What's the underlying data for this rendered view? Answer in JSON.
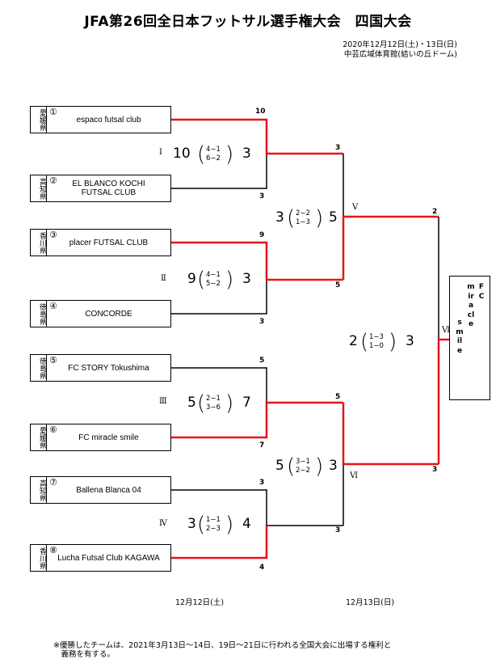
{
  "title": "JFA第26回全日本フットサル選手権大会　四国大会",
  "meta": {
    "date": "2020年12月12日(土)・13日(日)",
    "venue": "中芸広域体育館(結いの丘ドーム)"
  },
  "teams": [
    {
      "pref": "愛媛県",
      "num": "①",
      "name": "espaco futsal club"
    },
    {
      "pref": "高知県",
      "num": "②",
      "name": "EL BLANCO KOCHI\nFUTSAL CLUB"
    },
    {
      "pref": "香川県",
      "num": "③",
      "name": "placer FUTSAL CLUB"
    },
    {
      "pref": "徳島県",
      "num": "④",
      "name": "CONCORDE"
    },
    {
      "pref": "徳島県",
      "num": "⑤",
      "name": "FC STORY Tokushima"
    },
    {
      "pref": "愛媛県",
      "num": "⑥",
      "name": "FC miracle smile"
    },
    {
      "pref": "高知県",
      "num": "⑦",
      "name": "Ballena Blanca 04"
    },
    {
      "pref": "香川県",
      "num": "⑧",
      "name": "Lucha Futsal Club KAGAWA"
    }
  ],
  "matches": {
    "m1": {
      "roman": "Ⅰ",
      "left": "10",
      "right": "3",
      "pk_top": "4−1",
      "pk_bottom": "6−2",
      "side_top": "10",
      "side_bottom": "3"
    },
    "m2": {
      "roman": "Ⅱ",
      "left": "9",
      "right": "3",
      "pk_top": "4−1",
      "pk_bottom": "5−2",
      "side_top": "9",
      "side_bottom": "3"
    },
    "m3": {
      "roman": "Ⅲ",
      "left": "5",
      "right": "7",
      "pk_top": "2−1",
      "pk_bottom": "3−6",
      "side_top": "5",
      "side_bottom": "7"
    },
    "m4": {
      "roman": "Ⅳ",
      "left": "3",
      "right": "4",
      "pk_top": "1−1",
      "pk_bottom": "2−3",
      "side_top": "3",
      "side_bottom": "4"
    },
    "m5": {
      "roman": "Ⅴ",
      "left": "3",
      "right": "5",
      "pk_top": "2−2",
      "pk_bottom": "1−3",
      "side_top": "3",
      "side_bottom": "5"
    },
    "m6": {
      "roman": "Ⅵ",
      "left": "5",
      "right": "3",
      "pk_top": "3−1",
      "pk_bottom": "2−2",
      "side_top": "5",
      "side_bottom": "3"
    },
    "m7": {
      "roman": "Ⅶ",
      "left": "2",
      "right": "3",
      "pk_top": "1−3",
      "pk_bottom": "1−0",
      "side_top": "2",
      "side_bottom": "3"
    }
  },
  "champion": {
    "col1": "FC",
    "col2": "miracle",
    "col3": "smile"
  },
  "dates": {
    "day1": "12月12日(土)",
    "day2": "12月13日(日)"
  },
  "footnote": "※優勝したチームは、2021年3月13日～14日、19日～21日に行われる全国大会に出場する権利と\n　義務を有する。",
  "colors": {
    "win": "#e8141b",
    "line": "#000000"
  }
}
